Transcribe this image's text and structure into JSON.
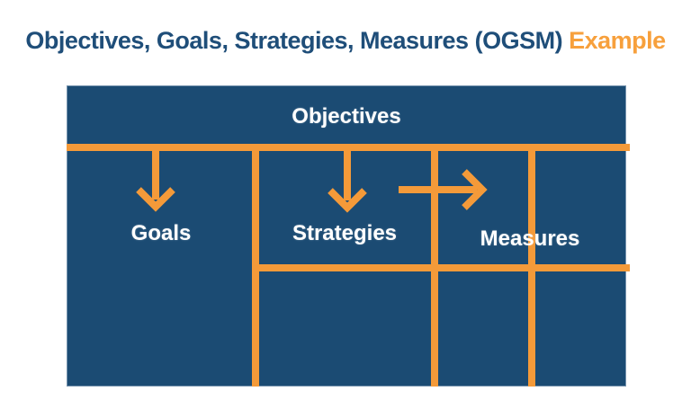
{
  "page": {
    "title_main": "Objectives, Goals, Strategies, Measures (OGSM)",
    "title_accent": "Example"
  },
  "diagram": {
    "header": "Objectives",
    "labels": {
      "goals": "Goals",
      "strategies": "Strategies",
      "measures": "Measures"
    },
    "icons": [
      "down-arrow-icon",
      "down-arrow-icon",
      "right-arrow-icon"
    ],
    "colors": {
      "title_navy": "#1F4E79",
      "accent_orange": "#F7A03C",
      "box_blue": "#1B4B73",
      "line_orange": "#F49A39",
      "label_white": "#FFFFFF",
      "background": "#FFFFFF"
    }
  }
}
